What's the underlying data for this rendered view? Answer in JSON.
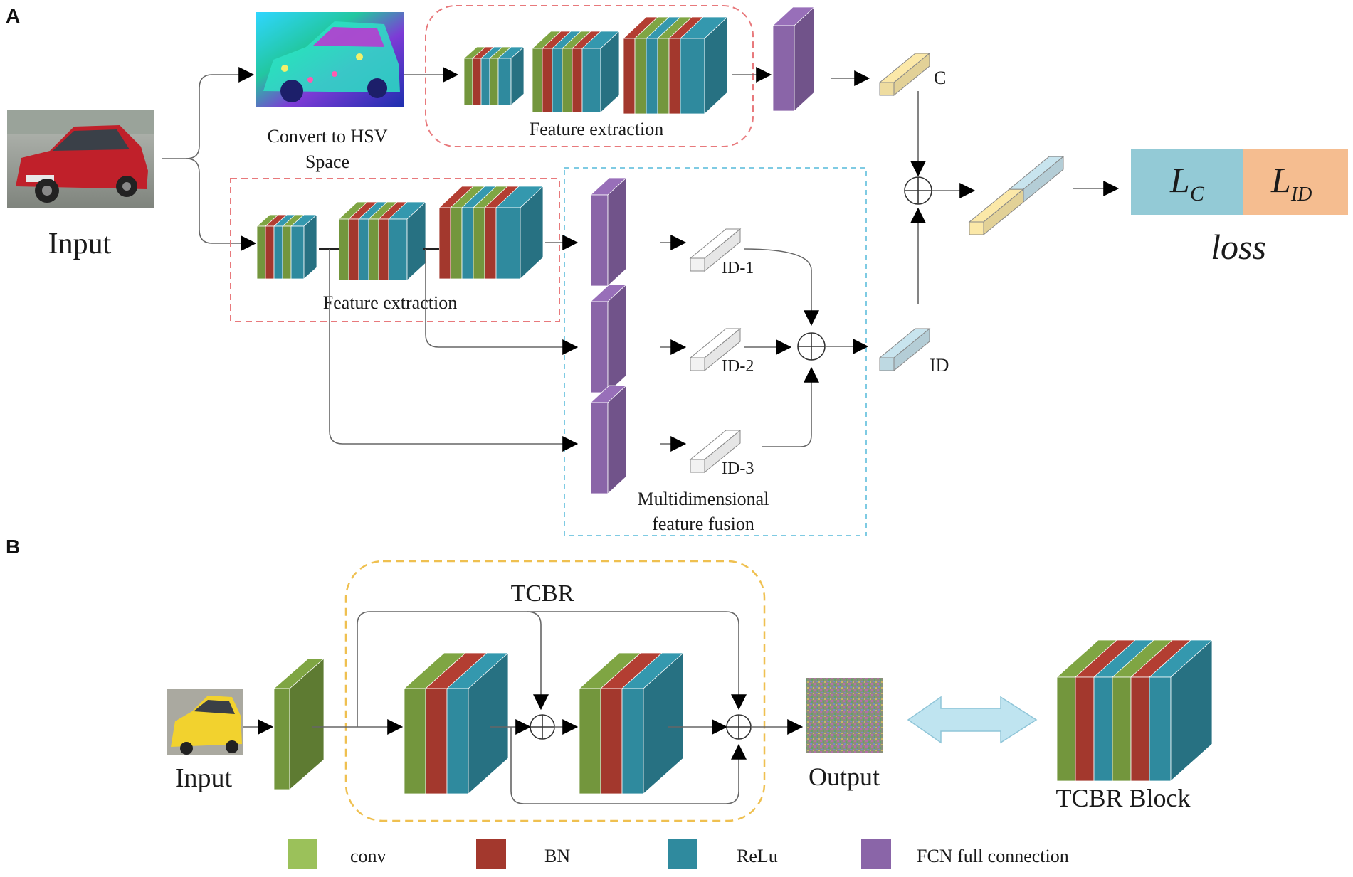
{
  "panels": {
    "a": "A",
    "b": "B"
  },
  "section_a": {
    "input": "Input",
    "hsv_line1": "Convert to HSV",
    "hsv_line2": "Space",
    "feature_extraction_top": "Feature extraction",
    "feature_extraction_bottom": "Feature extraction",
    "color_feature": "C",
    "id_1": "ID-1",
    "id_2": "ID-2",
    "id_3": "ID-3",
    "id_fused": "ID",
    "fusion_line1": "Multidimensional",
    "fusion_line2": "feature fusion",
    "loss_c": "L",
    "loss_c_sub": "C",
    "loss_id": "L",
    "loss_id_sub": "ID",
    "loss": "loss"
  },
  "section_b": {
    "input": "Input",
    "tcbr": "TCBR",
    "output": "Output",
    "tcbr_block": "TCBR Block"
  },
  "legend": [
    {
      "label": "conv",
      "color": "#9bc15a"
    },
    {
      "label": "BN",
      "color": "#a3382d"
    },
    {
      "label": "ReLu",
      "color": "#2f8a9e"
    },
    {
      "label": "FCN full connection",
      "color": "#8a65a8"
    }
  ],
  "colors": {
    "conv": "#73963d",
    "bn": "#a3382d",
    "relu": "#2f8a9e",
    "fcn": "#8a65a8",
    "color_vector": "#fbe8a8",
    "id_vector": "#c8e4ee",
    "loss_c_fill": "#93cad6",
    "loss_id_fill": "#f5bd90",
    "box_red": "#e8797c",
    "box_blue": "#7fcbe3",
    "box_yellow": "#efc050"
  }
}
